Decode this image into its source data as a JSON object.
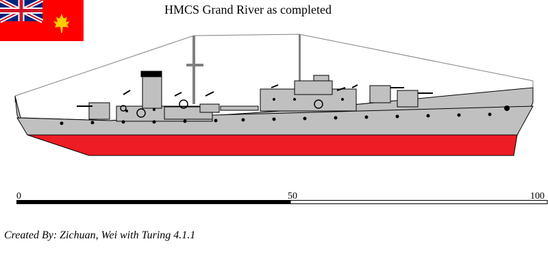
{
  "title": "HMCS Grand River as completed",
  "scale": {
    "start": "0",
    "mid": "50",
    "end": "100"
  },
  "credit": "Created By: Zichuan, Wei with Turing 4.1.1",
  "ensign": {
    "field_color": "#ff0000",
    "leaf_color": "#ffcc00",
    "jack": "union-jack"
  },
  "colors": {
    "hull": "#c0c0c0",
    "boot_topping": "#ee1c24",
    "outline": "#000000"
  }
}
